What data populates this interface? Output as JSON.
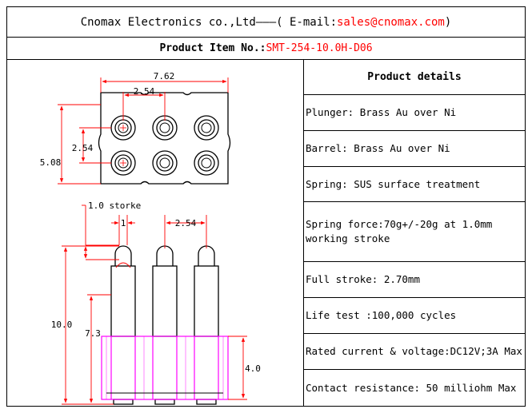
{
  "header": {
    "company": "Cnomax Electronics co.,Ltd",
    "separator": "———",
    "email_prefix": "( E-mail: ",
    "email": "sales@cnomax.com",
    "email_suffix": ")"
  },
  "product_item": {
    "label": "Product Item No.: ",
    "value": "SMT-254-10.0H-D06"
  },
  "drawing": {
    "top_view": {
      "width_label": "7.62",
      "pitch_x_label": "2.54",
      "pitch_y_label": "2.54",
      "height_label": "5.08"
    },
    "side_view": {
      "stroke_label": "1.0 storke",
      "tip_label": "1",
      "pitch_label": "2.54",
      "total_height_label": "10.0",
      "barrel_height_label": "7.3",
      "base_height_label": "4.0"
    }
  },
  "details": {
    "title": "Product details",
    "items": [
      "Plunger: Brass Au over Ni",
      "Barrel: Brass Au over Ni",
      "Spring: SUS surface treatment",
      "Spring force:70g+/-20g at 1.0mm working stroke",
      "Full stroke: 2.70mm",
      "Life test :100,000 cycles",
      "Rated current & voltage:DC12V;3A Max",
      "Contact resistance: 50 milliohm Max"
    ]
  },
  "colors": {
    "dimension": "#ff0000",
    "insulator": "#ff00ff",
    "outline": "#000000"
  }
}
